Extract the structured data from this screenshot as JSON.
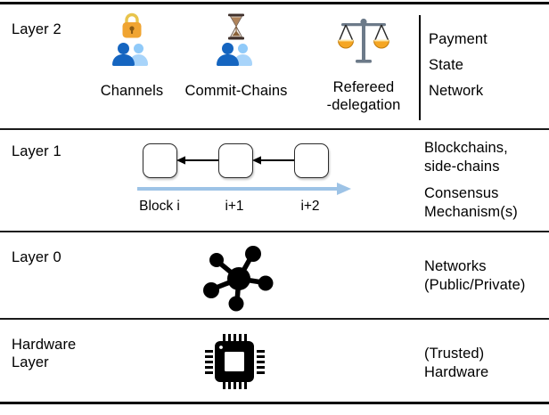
{
  "figure": {
    "title": "Blockchain layer stack diagram",
    "background": "#ffffff",
    "border_color": "#000000"
  },
  "palette": {
    "lock_body": "#f0a431",
    "lock_shackle": "#e8c44c",
    "person_front": "#1565c0",
    "person_back": "#90caf9",
    "hourglass_frame": "#3e2f2a",
    "hourglass_sand": "#c79a6b",
    "scale_beam": "#6c7a89",
    "scale_pan": "#f5a623",
    "arrow_blue": "#9dc3e6",
    "ink": "#000000"
  },
  "rows": [
    {
      "id": "layer-2",
      "label": "Layer 2",
      "right_text": "Payment\nState\nNetwork",
      "has_vertical_divider": true,
      "items": [
        {
          "id": "channels",
          "caption": "Channels",
          "icon": "lock-people-icon"
        },
        {
          "id": "commit-chains",
          "caption": "Commit-Chains",
          "icon": "hourglass-people-icon"
        },
        {
          "id": "refereed-delegation",
          "caption": "Refereed\n-delegation",
          "icon": "balance-scale-icon"
        }
      ]
    },
    {
      "id": "layer-1",
      "label": "Layer 1",
      "right_text": "Blockchains,\nside-chains",
      "right_text_2": "Consensus\nMechanism(s)",
      "has_vertical_divider": false,
      "chain": {
        "icon": "blockchain-blocks-icon",
        "blocks": [
          "",
          "",
          ""
        ],
        "captions": [
          "Block i",
          "i+1",
          "i+2"
        ],
        "link_arrow_direction": "left",
        "timeline_arrow_direction": "right"
      }
    },
    {
      "id": "layer-0",
      "label": "Layer 0",
      "right_text": "Networks\n(Public/Private)",
      "has_vertical_divider": false,
      "icon": "network-hub-icon"
    },
    {
      "id": "hardware-layer",
      "label": "Hardware\nLayer",
      "right_text": "(Trusted)\nHardware",
      "has_vertical_divider": false,
      "icon": "microchip-icon"
    }
  ]
}
